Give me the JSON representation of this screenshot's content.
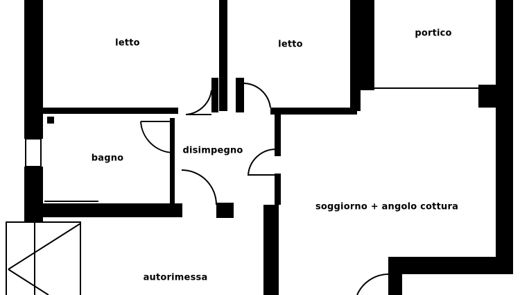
{
  "plan": {
    "rooms": [
      {
        "id": "letto-1",
        "label": "letto"
      },
      {
        "id": "letto-2",
        "label": "letto"
      },
      {
        "id": "portico",
        "label": "portico"
      },
      {
        "id": "bagno",
        "label": "bagno"
      },
      {
        "id": "disimpegno",
        "label": "disimpegno"
      },
      {
        "id": "soggiorno",
        "label": "soggiorno + angolo cottura"
      },
      {
        "id": "autorimessa",
        "label": "autorimessa"
      }
    ],
    "colors": {
      "wall": "#000000",
      "background": "#ffffff"
    }
  }
}
